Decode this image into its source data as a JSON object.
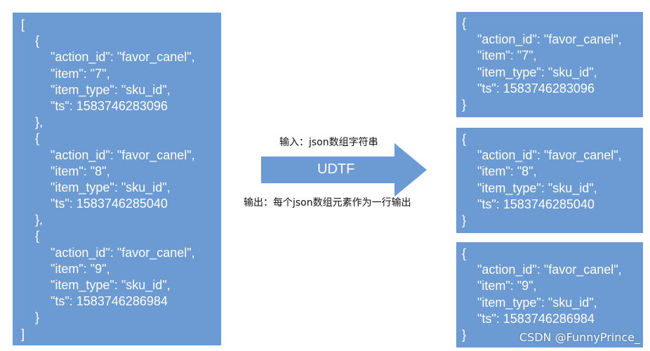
{
  "input_array": {
    "open_bracket": "[",
    "close_bracket": "]",
    "objects": [
      {
        "open": "{",
        "lines": [
          "\"action_id\": \"favor_canel\",",
          "\"item\": \"7\",",
          "\"item_type\": \"sku_id\",",
          "\"ts\": 1583746283096"
        ],
        "close": "},"
      },
      {
        "open": "{",
        "lines": [
          "\"action_id\": \"favor_canel\",",
          "\"item\": \"8\",",
          "\"item_type\": \"sku_id\",",
          "\"ts\": 1583746285040"
        ],
        "close": "},"
      },
      {
        "open": "{",
        "lines": [
          "\"action_id\": \"favor_canel\",",
          "\"item\": \"9\",",
          "\"item_type\": \"sku_id\",",
          "\"ts\": 1583746286984"
        ],
        "close": "}"
      }
    ]
  },
  "output_rows": [
    {
      "open": "{",
      "lines": [
        "\"action_id\": \"favor_canel\",",
        "\"item\": \"7\",",
        "\"item_type\": \"sku_id\",",
        "\"ts\": 1583746283096"
      ],
      "close": "}"
    },
    {
      "open": "{",
      "lines": [
        "\"action_id\": \"favor_canel\",",
        "\"item\": \"8\",",
        "\"item_type\": \"sku_id\",",
        "\"ts\": 1583746285040"
      ],
      "close": "}"
    },
    {
      "open": "{",
      "lines": [
        "\"action_id\": \"favor_canel\",",
        "\"item\": \"9\",",
        "\"item_type\": \"sku_id\",",
        "\"ts\": 1583746286984"
      ],
      "close": "}"
    }
  ],
  "arrow": {
    "label": "UDTF",
    "input_caption": "输入：json数组字符串",
    "output_caption": "输出：每个json数组元素作为一行输出"
  },
  "watermark": "CSDN @FunnyPrince_",
  "colors": {
    "panel": "#6b9bd2",
    "arrow": "#6b9bd2",
    "text_on_panel": "#ffffff"
  }
}
